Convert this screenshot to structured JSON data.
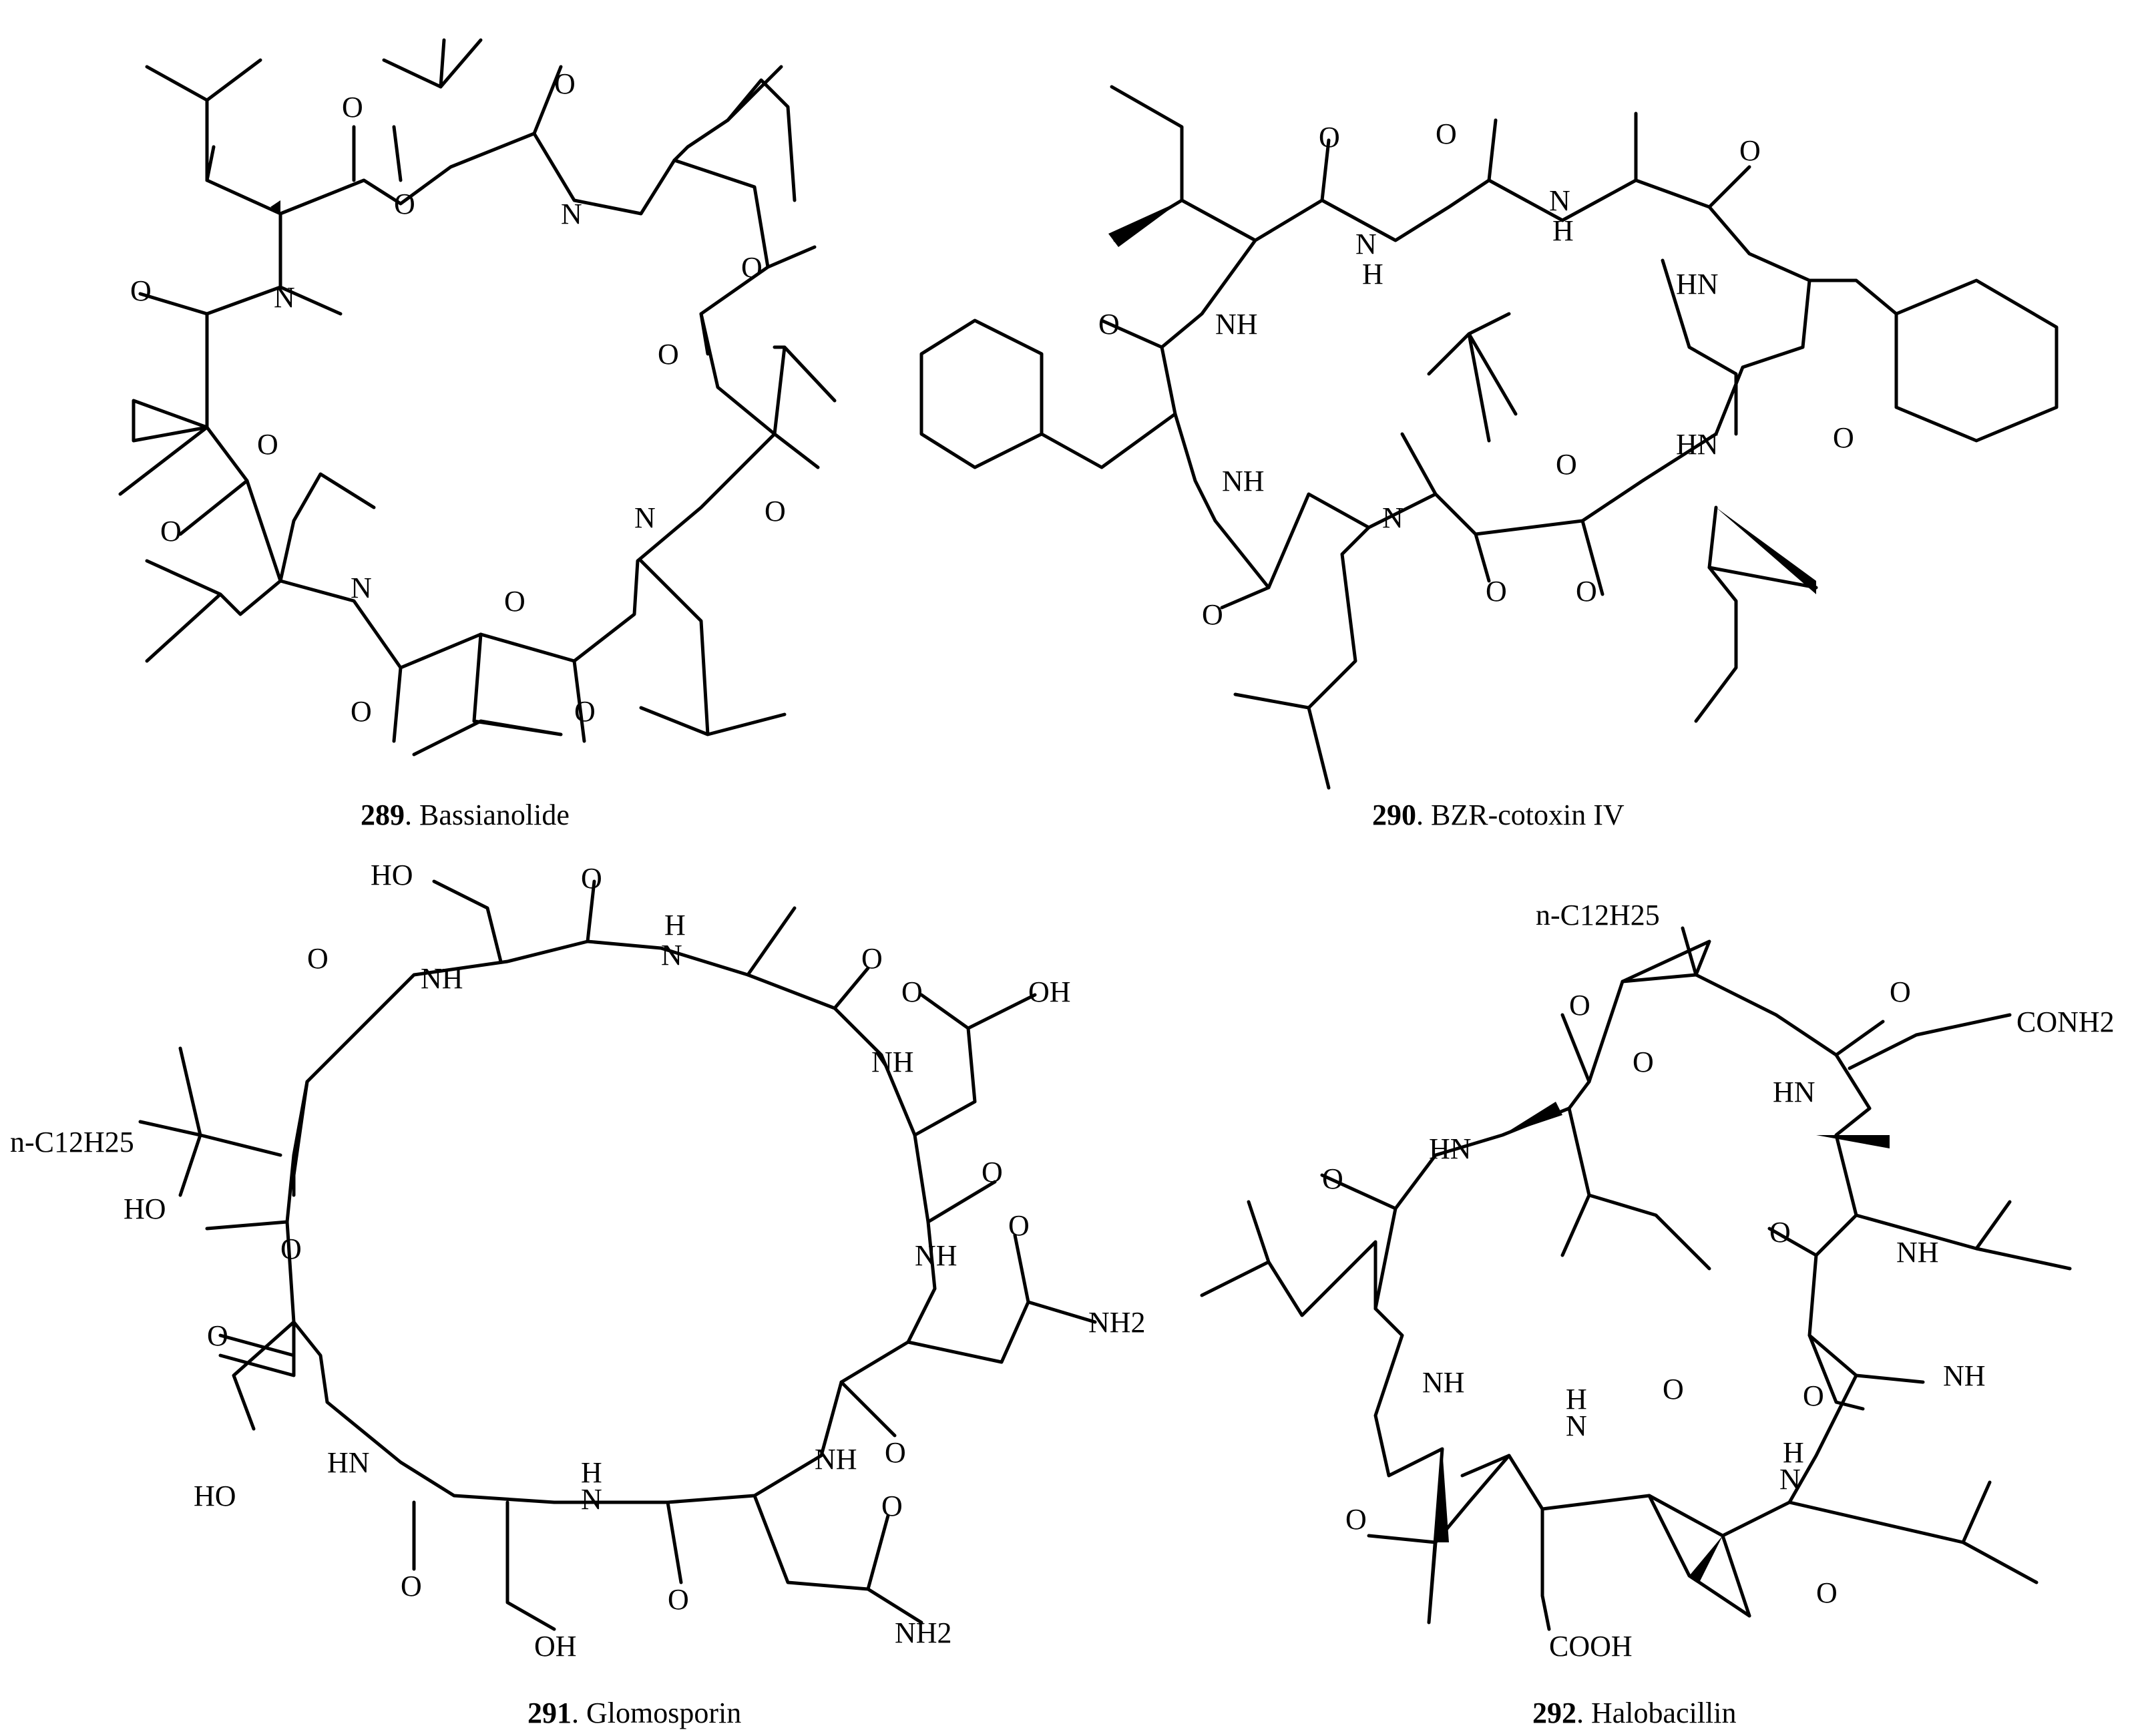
{
  "compounds": [
    {
      "number": "289",
      "name": ". Bassianolide"
    },
    {
      "number": "290",
      "name": ". BZR-cotoxin IV"
    },
    {
      "number": "291",
      "name": ". Glomosporin"
    },
    {
      "number": "292",
      "name": ". Halobacillin"
    }
  ],
  "atoms": {
    "O": "O",
    "N": "N",
    "NH": "NH",
    "HN": "HN",
    "H": "H",
    "OH": "OH",
    "HO": "HO",
    "NH2": "NH2",
    "CONH2": "CONH2",
    "COOH": "COOH",
    "nC12H25": "n-C12H25"
  }
}
